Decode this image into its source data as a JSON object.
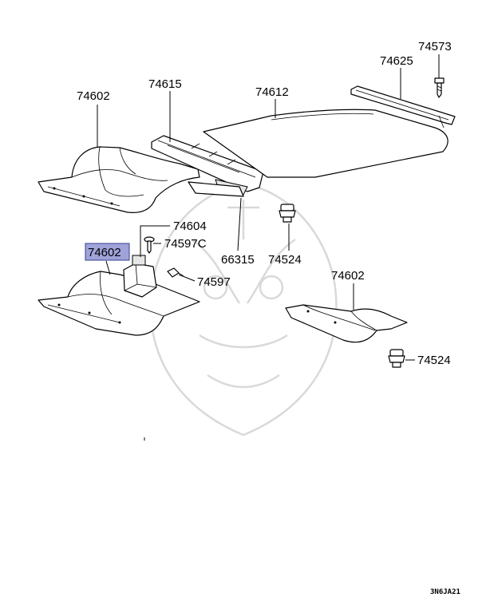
{
  "callouts": {
    "rear_left_top": "74602",
    "bracket_top": "74615",
    "floor_board": "74612",
    "trim_strip": "74625",
    "strip_screw": "74573",
    "bracket_bottom_plate": "66315",
    "clip_upper": "74524",
    "block": "74604",
    "screw_c": "74597C",
    "highlighted_part": "74602",
    "clip_side": "74597",
    "right_panel": "74602",
    "clip_lower": "74524"
  },
  "diagram_code": "3N6JA21",
  "colors": {
    "highlight": "#9fa3d9",
    "watermark": "#d9d9d9"
  }
}
